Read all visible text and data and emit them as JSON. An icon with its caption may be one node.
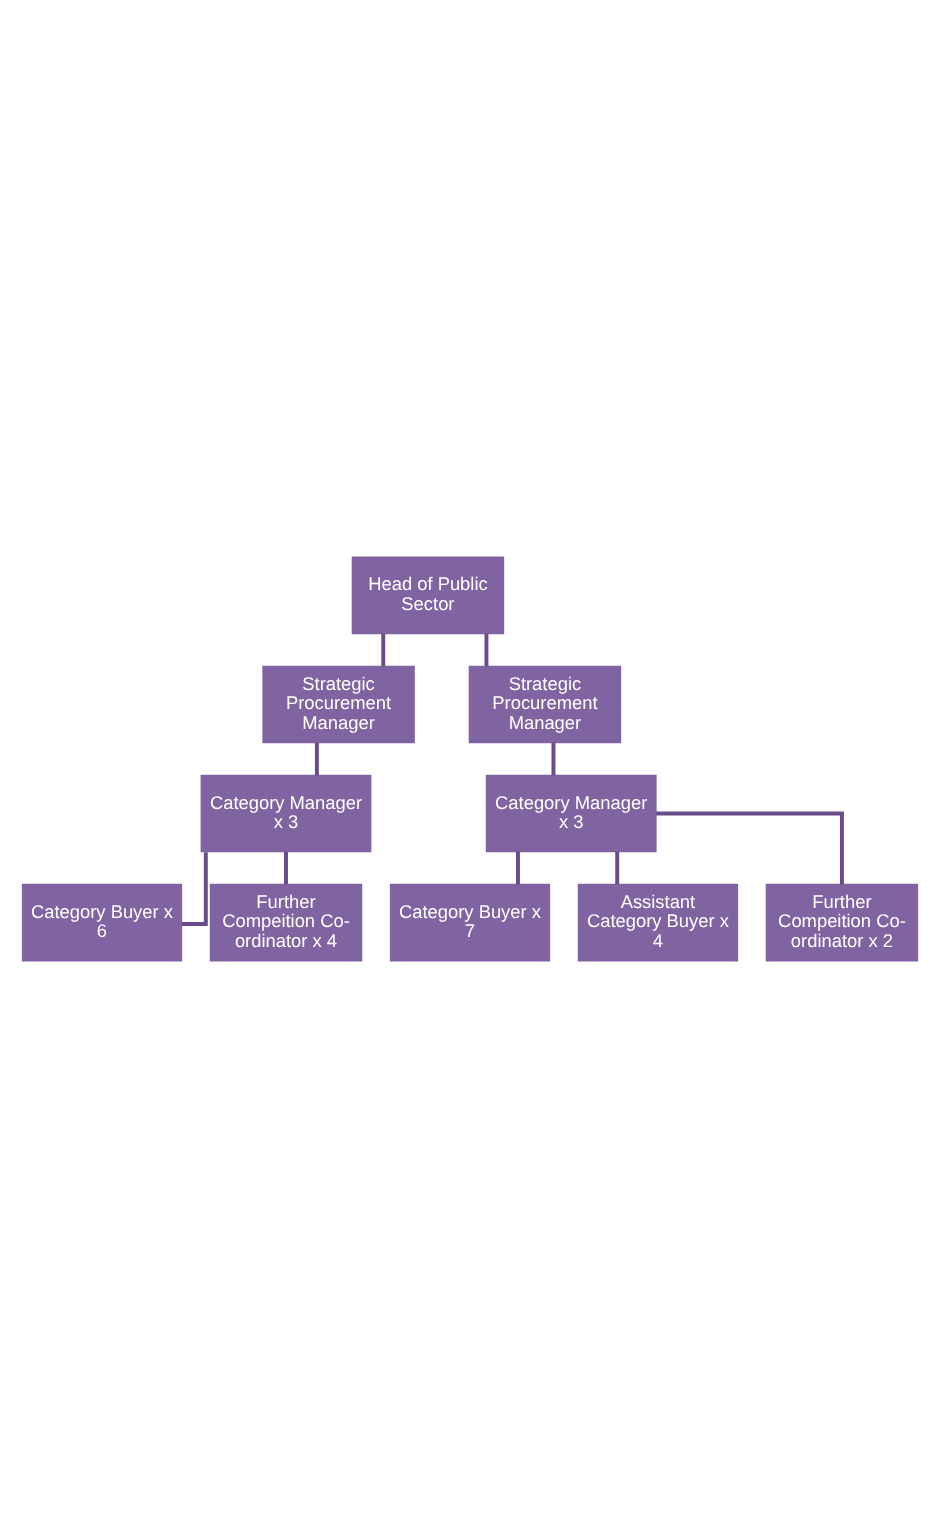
{
  "diagram": {
    "nodes": [
      {
        "text": [
          "Head of Public Sector"
        ]
      },
      {
        "text": [
          "Strategic Procurement Manager"
        ]
      },
      {
        "text": [
          "Strategic Procurement Manager"
        ]
      },
      {
        "text": [
          "Category Manager x 3"
        ]
      },
      {
        "text": [
          "Category Manager x 3"
        ]
      },
      {
        "text": [
          "Category Buyer x 6"
        ]
      },
      {
        "text": [
          "Further Compeition Co- ordinator x 4"
        ]
      },
      {
        "text": [
          "Category Buyer x 7"
        ]
      },
      {
        "text": [
          "Assistant Category Buyer x 4"
        ]
      },
      {
        "text": [
          "Further Compeition Co- ordinator x 2"
        ]
      }
    ],
    "edges": [
      {
        "from": 0,
        "to": 1,
        "arrow": "none"
      },
      {
        "from": 0,
        "to": 2,
        "arrow": "none"
      },
      {
        "from": 1,
        "to": 3,
        "arrow": "none"
      },
      {
        "from": 2,
        "to": 4,
        "arrow": "none"
      },
      {
        "from": 3,
        "to": 5,
        "arrow": "none"
      },
      {
        "from": 3,
        "to": 6,
        "arrow": "none"
      },
      {
        "from": 4,
        "to": 7,
        "arrow": "none"
      },
      {
        "from": 4,
        "to": 8,
        "arrow": "none"
      },
      {
        "from": 4,
        "to": 9,
        "arrow": "none"
      }
    ]
  }
}
